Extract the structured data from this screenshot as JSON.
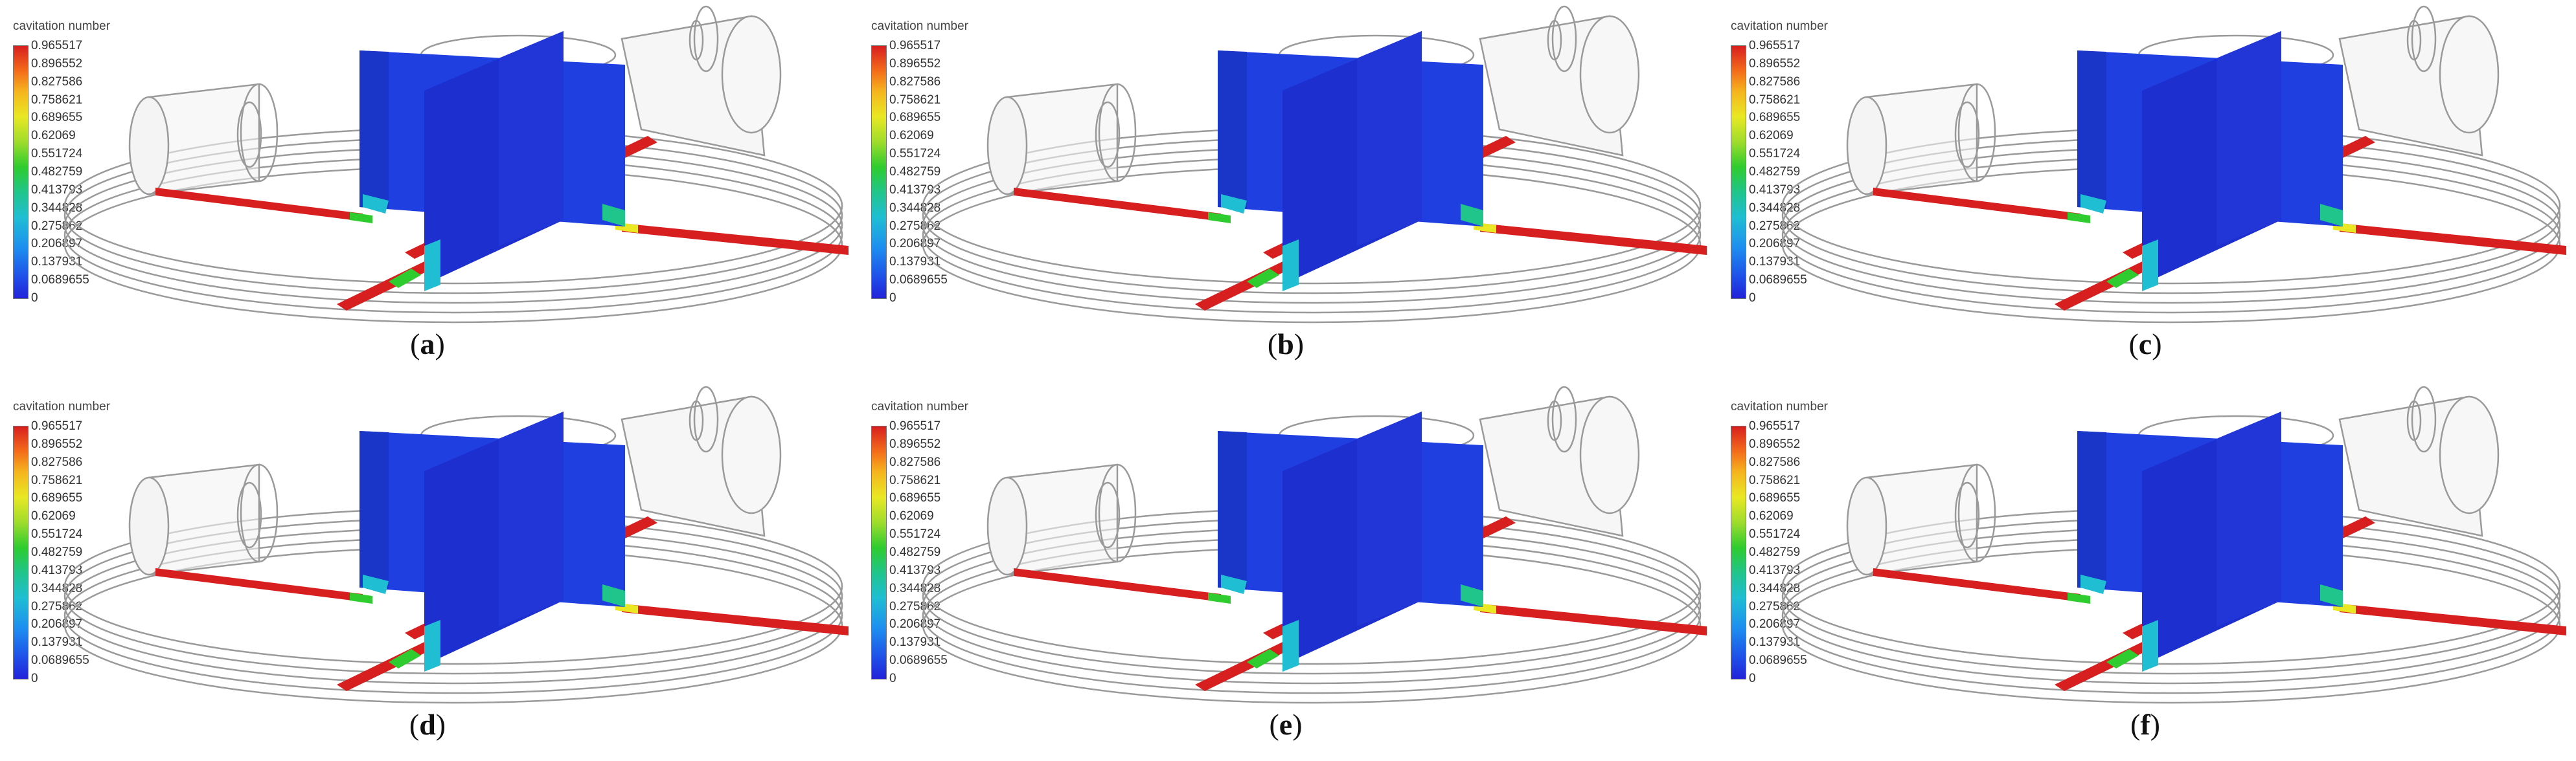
{
  "figure": {
    "legend_title": "cavitation number",
    "legend_ticks": [
      "0.965517",
      "0.896552",
      "0.827586",
      "0.758621",
      "0.689655",
      "0.62069",
      "0.551724",
      "0.482759",
      "0.413793",
      "0.344828",
      "0.275862",
      "0.206897",
      "0.137931",
      "0.0689655",
      "0"
    ],
    "colors": {
      "cavity_high": "#d81f1f",
      "cavity_low": "#1a3fd6",
      "mid_green": "#2ecc2e",
      "cyan": "#1fbed3"
    },
    "panels": [
      {
        "label": "a"
      },
      {
        "label": "b"
      },
      {
        "label": "c"
      },
      {
        "label": "d"
      },
      {
        "label": "e"
      },
      {
        "label": "f"
      }
    ]
  }
}
